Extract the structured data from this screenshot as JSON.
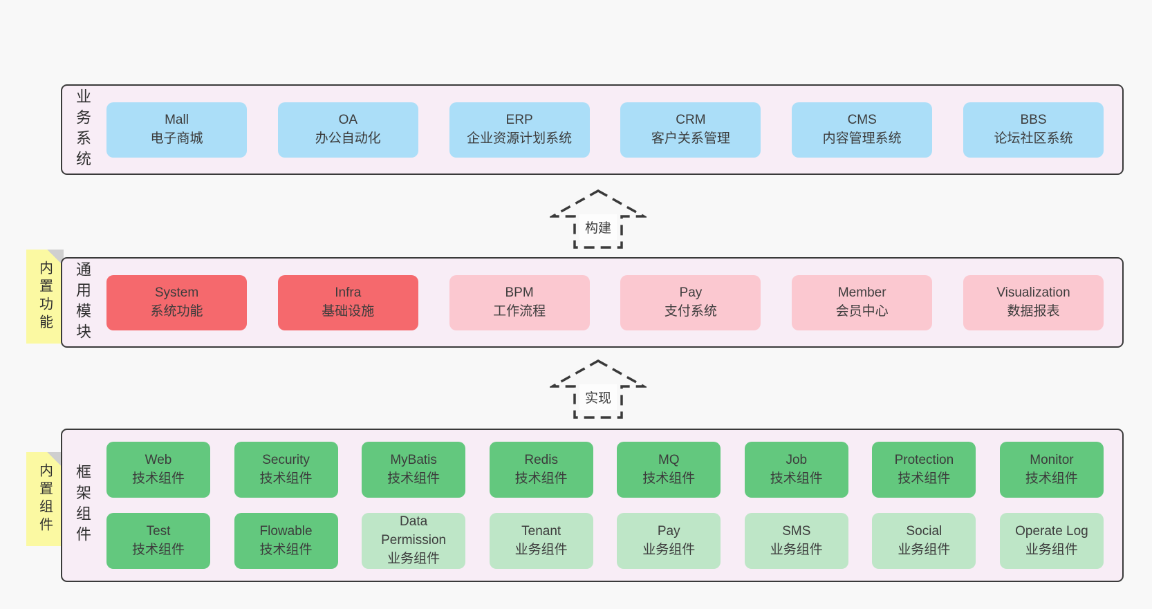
{
  "diagram": {
    "colors": {
      "page_bg": "#f8f8f8",
      "panel_bg": "#f8edf6",
      "panel_border": "#3a3a3a",
      "blue_box": "#abdef8",
      "red_box": "#f5696d",
      "pink_box": "#fbc8d0",
      "green_box": "#63c87e",
      "light_green_box": "#bee6c7",
      "sticky_yellow": "#fbf9a2",
      "fold_gray": "#cfcfcf",
      "text": "#3c3c3c"
    },
    "arrows": [
      {
        "label": "构建"
      },
      {
        "label": "实现"
      }
    ],
    "layers": [
      {
        "label": "业务系统",
        "boxes": [
          {
            "name": "Mall",
            "desc": "电子商城",
            "type": "blue"
          },
          {
            "name": "OA",
            "desc": "办公自动化",
            "type": "blue"
          },
          {
            "name": "ERP",
            "desc": "企业资源计划系统",
            "type": "blue"
          },
          {
            "name": "CRM",
            "desc": "客户关系管理",
            "type": "blue"
          },
          {
            "name": "CMS",
            "desc": "内容管理系统",
            "type": "blue"
          },
          {
            "name": "BBS",
            "desc": "论坛社区系统",
            "type": "blue"
          }
        ]
      },
      {
        "label": "通用模块",
        "sticky": "内置功能",
        "boxes": [
          {
            "name": "System",
            "desc": "系统功能",
            "type": "red"
          },
          {
            "name": "Infra",
            "desc": "基础设施",
            "type": "red"
          },
          {
            "name": "BPM",
            "desc": "工作流程",
            "type": "pink"
          },
          {
            "name": "Pay",
            "desc": "支付系统",
            "type": "pink"
          },
          {
            "name": "Member",
            "desc": "会员中心",
            "type": "pink"
          },
          {
            "name": "Visualization",
            "desc": "数据报表",
            "type": "pink"
          }
        ]
      },
      {
        "label": "框架组件",
        "sticky": "内置组件",
        "rows": [
          [
            {
              "name": "Web",
              "desc": "技术组件",
              "type": "green"
            },
            {
              "name": "Security",
              "desc": "技术组件",
              "type": "green"
            },
            {
              "name": "MyBatis",
              "desc": "技术组件",
              "type": "green"
            },
            {
              "name": "Redis",
              "desc": "技术组件",
              "type": "green"
            },
            {
              "name": "MQ",
              "desc": "技术组件",
              "type": "green"
            },
            {
              "name": "Job",
              "desc": "技术组件",
              "type": "green"
            },
            {
              "name": "Protection",
              "desc": "技术组件",
              "type": "green"
            },
            {
              "name": "Monitor",
              "desc": "技术组件",
              "type": "green"
            }
          ],
          [
            {
              "name": "Test",
              "desc": "技术组件",
              "type": "green"
            },
            {
              "name": "Flowable",
              "desc": "技术组件",
              "type": "green"
            },
            {
              "name": "Data\nPermission",
              "desc": "业务组件",
              "type": "lightgreen"
            },
            {
              "name": "Tenant",
              "desc": "业务组件",
              "type": "lightgreen"
            },
            {
              "name": "Pay",
              "desc": "业务组件",
              "type": "lightgreen"
            },
            {
              "name": "SMS",
              "desc": "业务组件",
              "type": "lightgreen"
            },
            {
              "name": "Social",
              "desc": "业务组件",
              "type": "lightgreen"
            },
            {
              "name": "Operate Log",
              "desc": "业务组件",
              "type": "lightgreen"
            }
          ]
        ]
      }
    ]
  }
}
